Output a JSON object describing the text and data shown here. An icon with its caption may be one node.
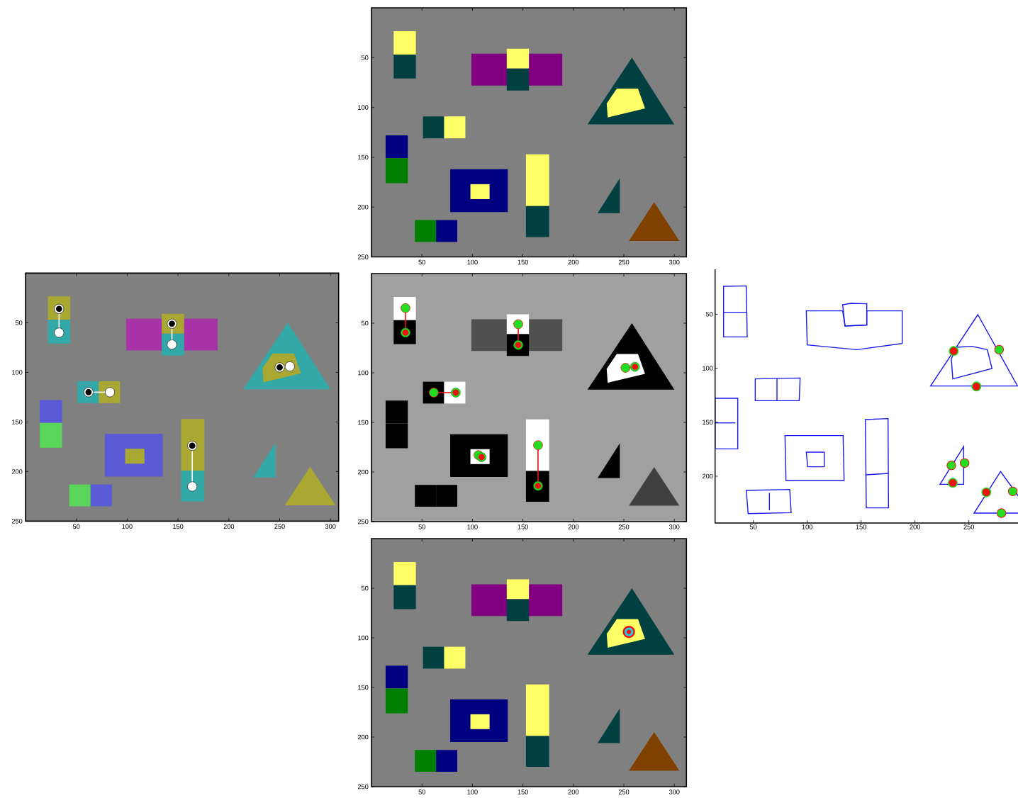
{
  "diagram": {
    "labels": [
      "50",
      "100",
      "150",
      "200",
      "250",
      "50",
      "100",
      "150",
      "200",
      "250",
      "300",
      "50",
      "100",
      "150",
      "200",
      "250",
      "50",
      "100",
      "150",
      "200",
      "250",
      "300",
      "50",
      "100",
      "150",
      "200",
      "250",
      "50",
      "100",
      "150",
      "200",
      "250",
      "300",
      "50",
      "100",
      "150",
      "200",
      "50",
      "100",
      "150",
      "200",
      "250",
      "50",
      "100",
      "150",
      "200",
      "250",
      "50",
      "100",
      "150",
      "200",
      "250",
      "300"
    ]
  }
}
